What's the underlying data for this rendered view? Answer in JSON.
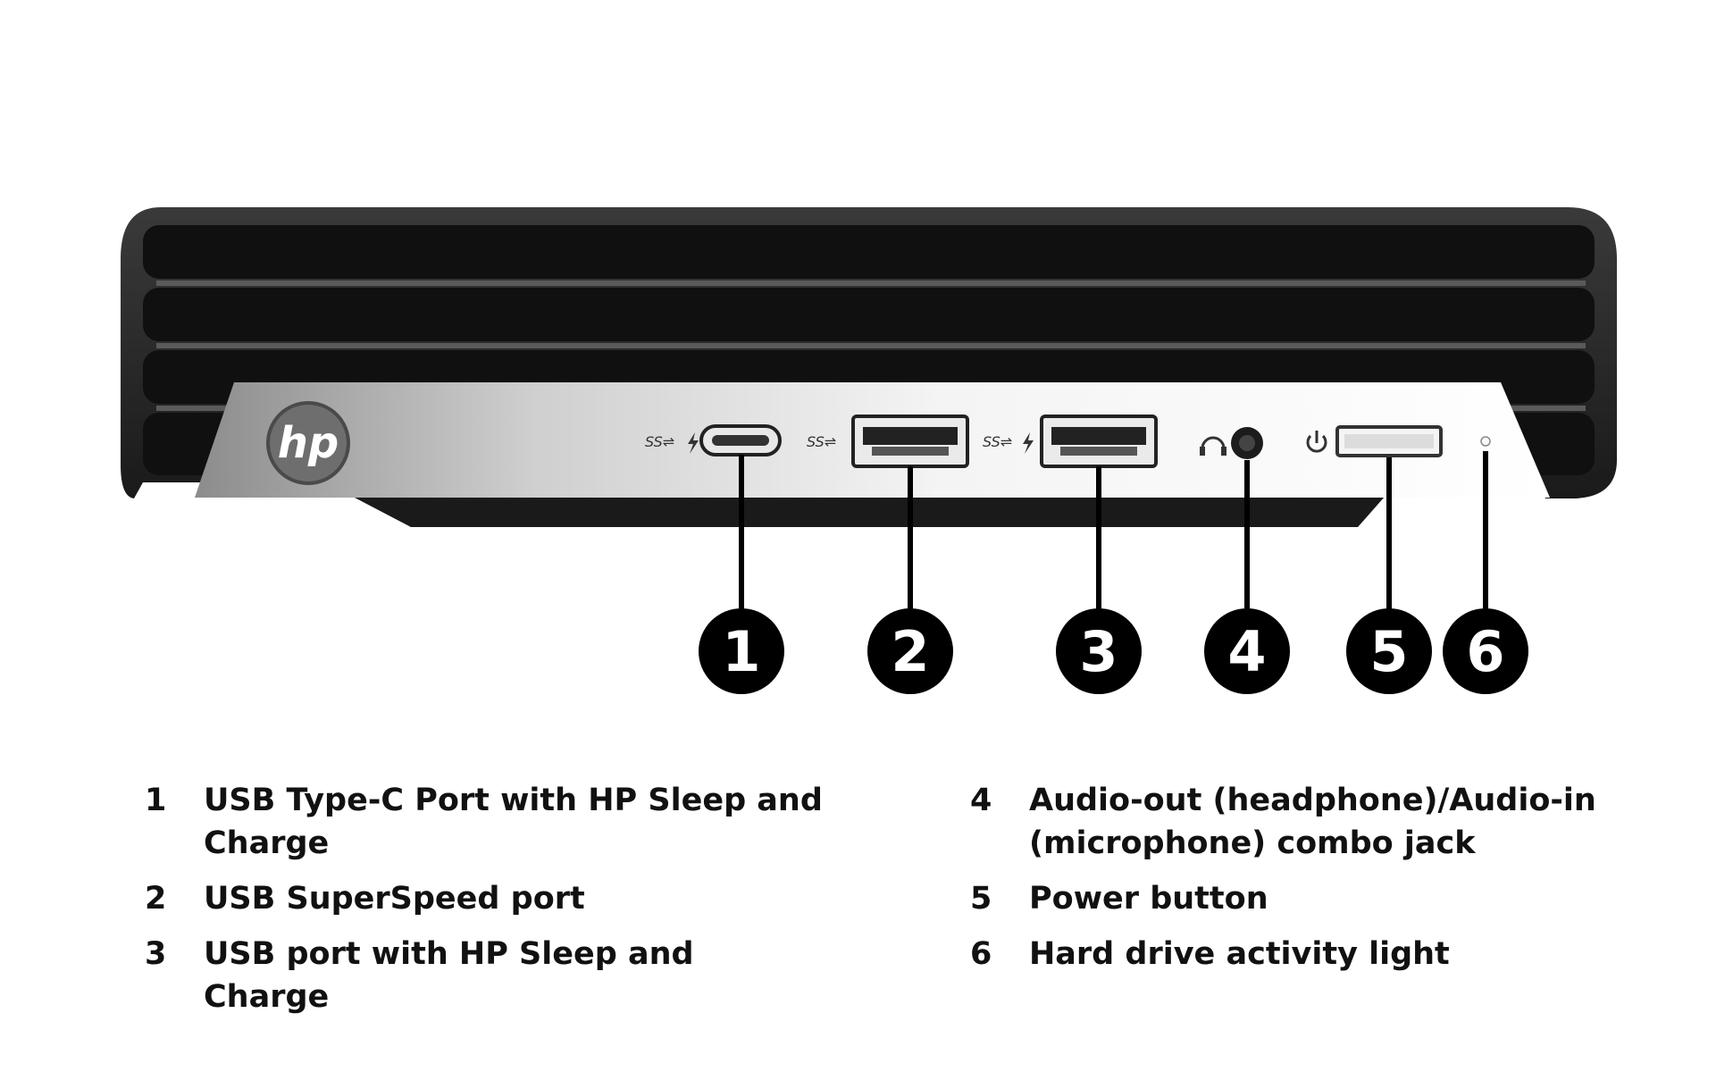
{
  "brand": {
    "logo_text": "hp"
  },
  "port_icons": {
    "usb_c": "ss-usb-bolt-icon",
    "usb_a_1": "ss-usb-icon",
    "usb_a_2": "ss-usb-bolt-icon",
    "audio": "headset-icon",
    "power": "power-icon"
  },
  "callouts": [
    "1",
    "2",
    "3",
    "4",
    "5",
    "6"
  ],
  "legend": {
    "left": [
      {
        "num": "1",
        "text": "USB Type-C Port with HP Sleep and Charge"
      },
      {
        "num": "2",
        "text": "USB SuperSpeed port"
      },
      {
        "num": "3",
        "text": "USB port with HP Sleep and Charge"
      }
    ],
    "right": [
      {
        "num": "4",
        "text": "Audio-out (headphone)/Audio-in (microphone) combo jack"
      },
      {
        "num": "5",
        "text": "Power button"
      },
      {
        "num": "6",
        "text": "Hard drive activity light"
      }
    ]
  }
}
